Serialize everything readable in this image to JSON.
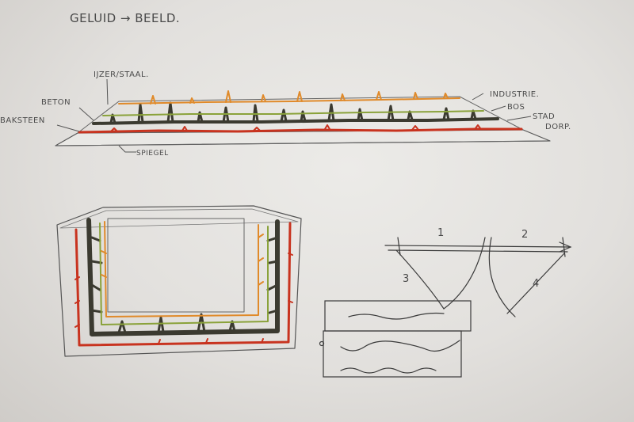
{
  "title": "GELUID → BEELD.",
  "labels": {
    "ijzer_staal": "IJZER/STAAL.",
    "beton": "BETON",
    "baksteen": "BAKSTEEN",
    "spiegel": "SPIEGEL",
    "industrie": "INDUSTRIE.",
    "bos": "BOS",
    "stad": "STAD",
    "dorp": "DORP."
  },
  "timeline": {
    "n1": "1",
    "n2": "2",
    "n3": "3",
    "n4": "4"
  },
  "colors": {
    "ink": "#3a3a3a",
    "red": "#c8331f",
    "orange": "#e08a2a",
    "green": "#8aa23a",
    "dark": "#3b3a30"
  }
}
